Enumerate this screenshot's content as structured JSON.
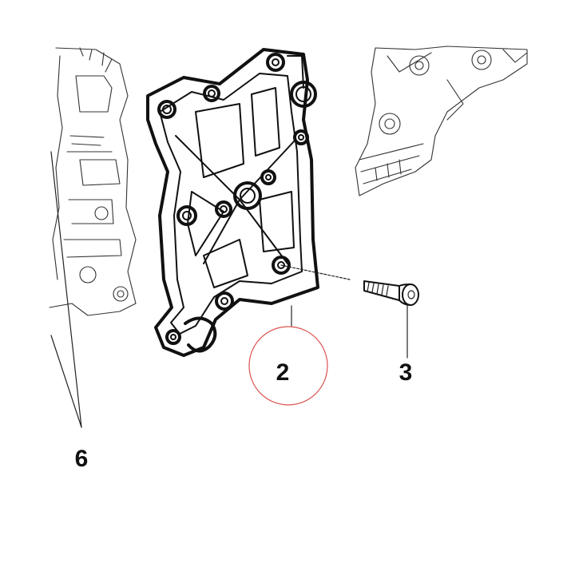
{
  "callouts": {
    "gasket": "2",
    "bolt": "3",
    "engine_block": "6"
  },
  "colors": {
    "line": "#111111",
    "highlight_circle": "#d9534f",
    "background": "#ffffff"
  }
}
